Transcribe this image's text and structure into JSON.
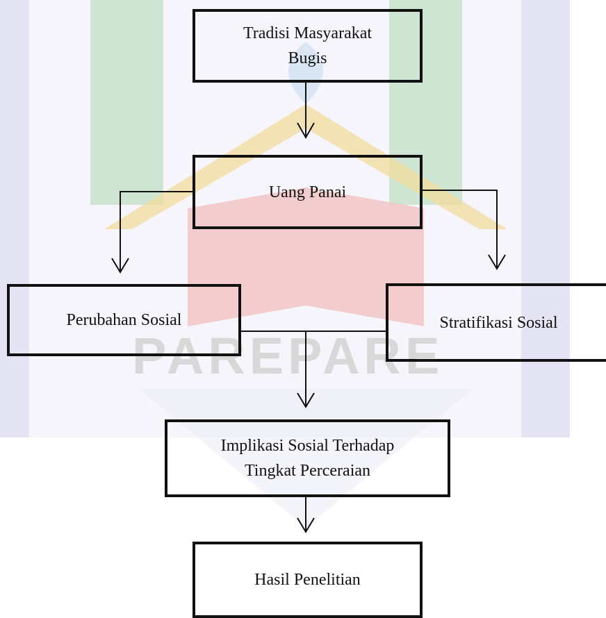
{
  "colors": {
    "border": "#111111",
    "text": "#111111",
    "watermark_green": "#3a8f46",
    "watermark_lavender": "#e0e0f3",
    "watermark_gold": "#e9c25a",
    "watermark_red": "#d65c5c"
  },
  "watermark": {
    "text": "PAREPARE"
  },
  "nodes": {
    "tradisi": {
      "line1": "Tradisi Masyarakat",
      "line2": "Bugis"
    },
    "uang_panai": {
      "label": "Uang Panai"
    },
    "perubahan_sosial": {
      "label": "Perubahan Sosial"
    },
    "stratifikasi_sosial": {
      "label": "Stratifikasi Sosial"
    },
    "implikasi": {
      "line1": "Implikasi Sosial Terhadap",
      "line2": "Tingkat Perceraian"
    },
    "hasil": {
      "label": "Hasil Penelitian"
    }
  }
}
